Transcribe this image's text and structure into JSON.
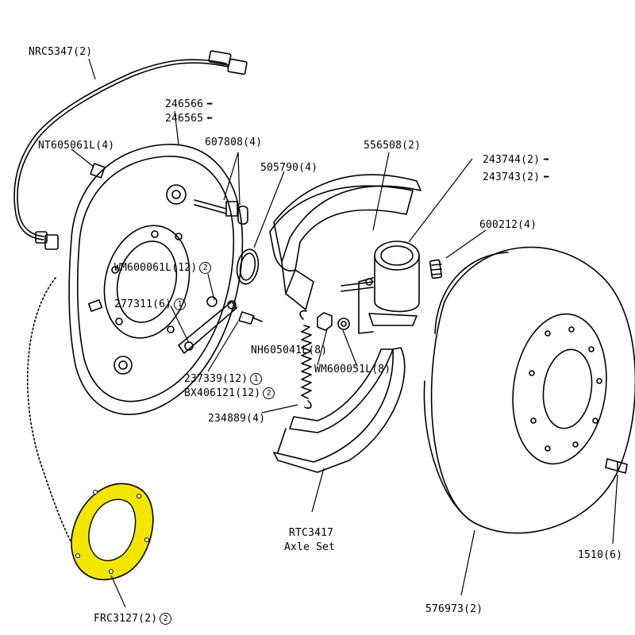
{
  "parts": {
    "brake_pipe": "NRC5347(2)",
    "backplate_lh": "246566",
    "backplate_rh": "246565",
    "nut_backplate": "NT605061L(4)",
    "bolt_set": "607808(4)",
    "oring": "505790(4)",
    "wheel_cyl_seal": "556508(2)",
    "wheel_cyl_lh": "243744(2)",
    "wheel_cyl_rh": "243743(2)",
    "bleed_screw": "600212(4)",
    "washer_spring_a": "WM600061L(12)",
    "washer_spring_a_note": "2",
    "bolt_a": "277311(6)",
    "bolt_a_note": "1",
    "bolt_b": "237339(12)",
    "bolt_b_note": "1",
    "bolt_c": "BX406121(12)",
    "bolt_c_note": "2",
    "nut_b": "NH605041L(8)",
    "washer_b": "WM600051L(8)",
    "spring": "234889(4)",
    "shoe_set_code": "RTC3417",
    "shoe_set_name": "Axle Set",
    "drum": "576973(2)",
    "wheel_stud": "1510(6)",
    "seal_plate": "FRC3127(2)",
    "seal_plate_note": "2"
  },
  "highlight_color": "#f2e600",
  "arrow_right": "➡",
  "arrow_left": "⬅"
}
